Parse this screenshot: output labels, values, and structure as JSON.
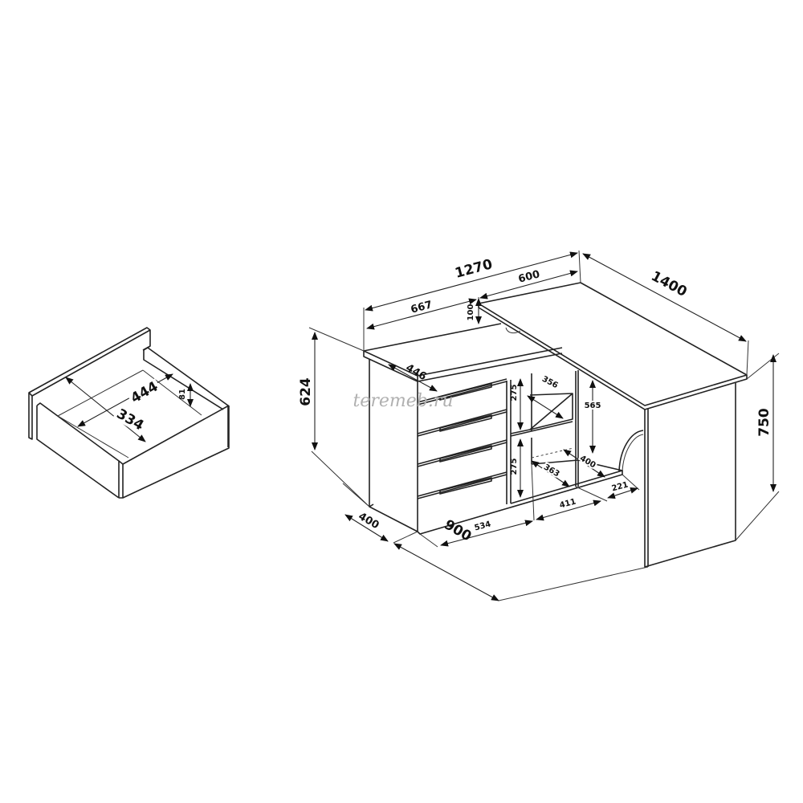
{
  "watermark": "teremeb.ru",
  "drawer": {
    "dimensions": {
      "length": "444",
      "width": "334",
      "height": "81"
    }
  },
  "desk": {
    "dimensions": {
      "total_width": "1270",
      "cabinet_top_width": "667",
      "desk_depth": "600",
      "desk_length": "1400",
      "top_offset": "100",
      "drawer_depth": "446",
      "cabinet_height": "624",
      "desk_height": "750",
      "shelf_upper_height": "275",
      "shelf_lower_height": "275",
      "shelf_depth": "356",
      "opening_height": "565",
      "lower_shelf_depth": "363",
      "inner_depth": "400",
      "side_offset": "221",
      "open_width": "411",
      "drawer_section_width": "534",
      "cabinet_depth": "400",
      "overall_depth": "900"
    }
  }
}
